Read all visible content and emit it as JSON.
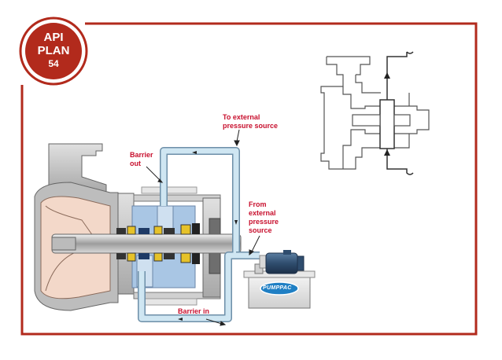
{
  "badge": {
    "line1": "API",
    "line2": "PLAN",
    "line3": "54"
  },
  "labels": {
    "barrier_out_1": "Barrier",
    "barrier_out_2": "out",
    "to_external_1": "To external",
    "to_external_2": "pressure source",
    "from_external_1": "From",
    "from_external_2": "external",
    "from_external_3": "pressure",
    "from_external_4": "source",
    "barrier_in": "Barrier in"
  },
  "unit_brand": "PUMPPAC",
  "colors": {
    "frame": "#b22a1c",
    "label": "#c8102e",
    "pipe": "#cfe6f2",
    "pipe_edge": "#6d8fa8",
    "casing": "#c5c5c5",
    "seal": "#a9c6e4"
  }
}
